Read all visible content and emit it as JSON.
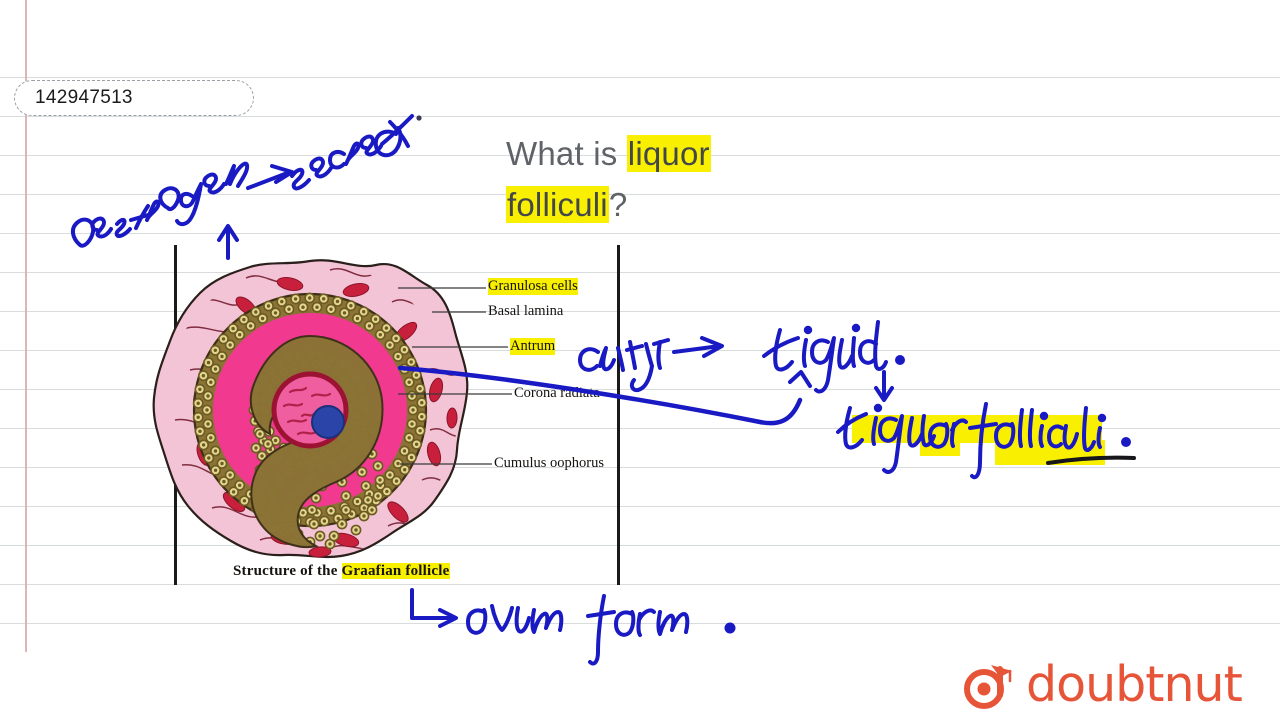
{
  "page": {
    "id_badge": {
      "value": "142947513"
    },
    "background": {
      "kind": "ruled-notebook-paper",
      "rule_color": "#d9dcdd",
      "margin_color": "#e0b4b4"
    }
  },
  "question": {
    "prefix": "What is ",
    "highlight_part1": "liquor",
    "highlight_part2": "folliculi",
    "suffix": "?",
    "full_text": "What is liquor folliculi?",
    "highlight_color": "#f8f000",
    "text_color": "#5f6368"
  },
  "figure": {
    "caption_prefix": "Structure of the ",
    "caption_highlight": "Graafian follicle",
    "caption_full": "Structure of the Graafian follicle",
    "labels": [
      {
        "text": "Granulosa cells",
        "highlighted": true
      },
      {
        "text": "Basal lamina",
        "highlighted": false
      },
      {
        "text": "Antrum",
        "highlighted": true
      },
      {
        "text": "Corona radiata",
        "highlighted": false
      },
      {
        "text": "Cumulus oophorus",
        "highlighted": false
      }
    ],
    "colors": {
      "theca": "#f3c3d6",
      "antrum": "#f0398f",
      "granulosa": "#b8a14a",
      "oocyte": "#ef5fa0",
      "nucleus": "#2a44a8",
      "vessel": "#c8203c"
    }
  },
  "annotations": {
    "ink_color": "#1a1ac4",
    "highlighter_color": "#f8f000",
    "notes": [
      {
        "text": "oestrogen -> secret",
        "position": "top-left-diagonal"
      },
      {
        "text": "cavity ->",
        "position": "mid-center"
      },
      {
        "text": "Liquid .",
        "position": "mid-right"
      },
      {
        "text": "Liquor folliculi.",
        "position": "right-lower",
        "highlighted": true
      },
      {
        "text": "ovum form .",
        "position": "below-figure"
      }
    ]
  },
  "brand": {
    "name": "doubtnut",
    "color": "#e75539",
    "icon": "graduation-cap-icon"
  }
}
